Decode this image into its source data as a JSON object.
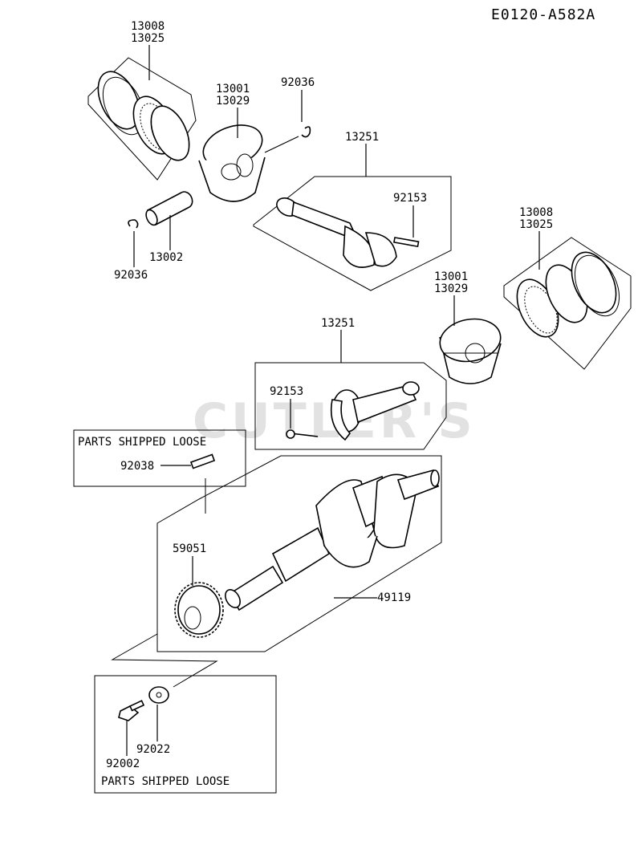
{
  "diagram_code": "E0120-A582A",
  "watermark": "CUTLER'S",
  "notes": {
    "shipped_loose_top": "PARTS SHIPPED LOOSE",
    "shipped_loose_bottom": "PARTS SHIPPED LOOSE"
  },
  "parts": {
    "ring_set_a": [
      "13008",
      "13025"
    ],
    "piston_a": [
      "13001",
      "13029"
    ],
    "clip_a_top": "92036",
    "conrod_a": "13251",
    "bolt_a": "92153",
    "pin_a": "13002",
    "clip_a_bottom": "92036",
    "ring_set_b": [
      "13008",
      "13025"
    ],
    "piston_b": [
      "13001",
      "13029"
    ],
    "conrod_b": "13251",
    "bolt_b": "92153",
    "key": "92038",
    "gear": "59051",
    "crankshaft": "49119",
    "washer": "92022",
    "bolt_c": "92002"
  }
}
